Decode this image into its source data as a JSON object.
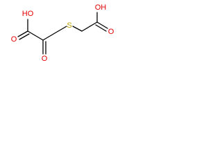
{
  "molecule": {
    "atoms": {
      "oh_left": "HO",
      "o_left_carbonyl": "O",
      "o_ketone": "O",
      "sulfur": "S",
      "oh_right": "OH",
      "o_right_carbonyl": "O"
    },
    "colors": {
      "oxygen": "#e00000",
      "sulfur": "#b8a000",
      "bond": "#000000"
    }
  }
}
